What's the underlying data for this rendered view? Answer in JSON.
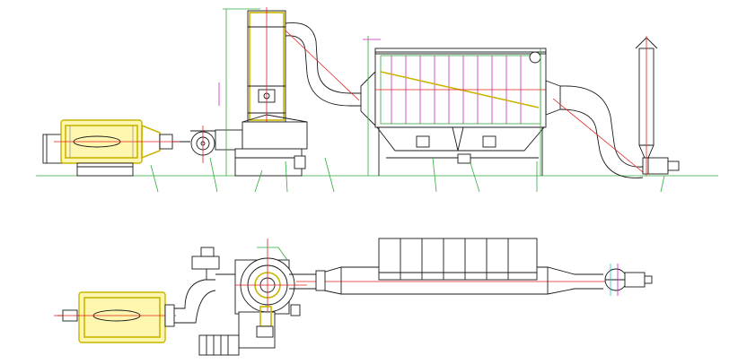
{
  "drawing": {
    "elevation_view": {
      "components": [
        {
          "id": "hot-air-furnace"
        },
        {
          "id": "blower"
        },
        {
          "id": "drying-tower"
        },
        {
          "id": "cyclone-pipe"
        },
        {
          "id": "bag-filter"
        },
        {
          "id": "exhaust-pipe"
        },
        {
          "id": "induced-draft-fan"
        },
        {
          "id": "exhaust-stack"
        }
      ],
      "leader_count": 9
    },
    "plan_view": {
      "components": [
        {
          "id": "hot-air-furnace"
        },
        {
          "id": "feed-duct"
        },
        {
          "id": "dryer-main"
        },
        {
          "id": "long-duct"
        },
        {
          "id": "filter-compartments"
        },
        {
          "id": "fan"
        }
      ]
    },
    "colors": {
      "outline": "#1a1a1a",
      "dimension": "#2eaa3c",
      "furnace": "#c9b400",
      "centerline": "#e0201e",
      "marker": "#d21fbf",
      "aux": "#12b9c9"
    }
  }
}
